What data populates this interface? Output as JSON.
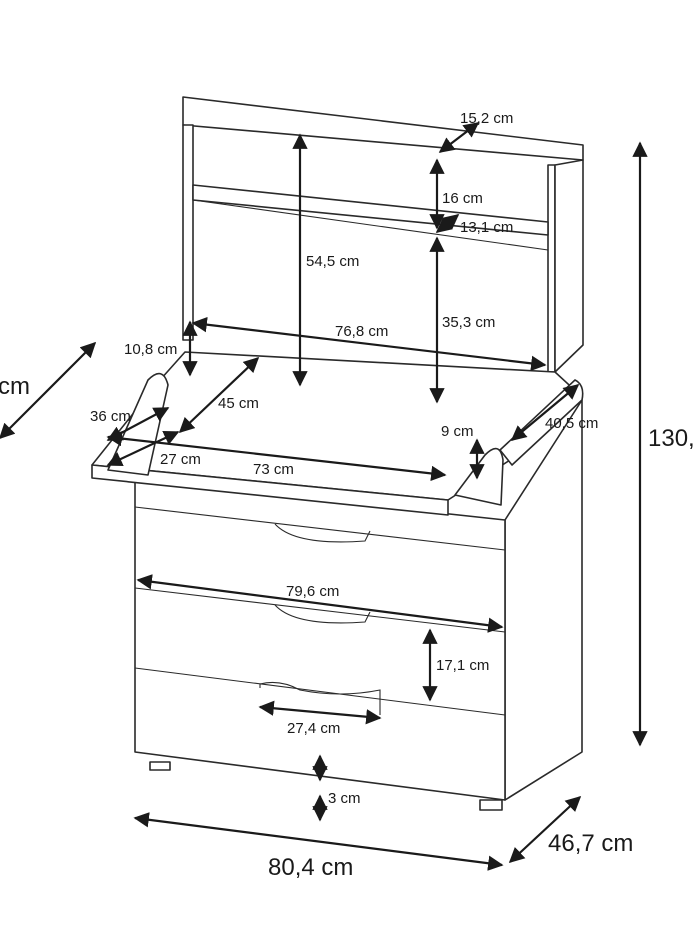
{
  "labels": {
    "hutch_depth": "15,2 cm",
    "hutch_upper": "16 cm",
    "shelf_depth": "13,1 cm",
    "hutch_inner_height": "54,5 cm",
    "hutch_lower": "35,3 cm",
    "inner_width": "76,8 cm",
    "rail_height": "10,8 cm",
    "tray_inner_depth": "45 cm",
    "tray_side_depth": "36 cm",
    "tray_front_depth": "27 cm",
    "tray_width": "73 cm",
    "side_rail_height": "9 cm",
    "side_rail_depth": "40,5 cm",
    "drawer_width": "79,6 cm",
    "drawer_height": "17,1 cm",
    "handle_width": "27,4 cm",
    "foot_height": "3 cm",
    "total_width": "80,4 cm",
    "total_depth": "46,7 cm",
    "total_height": "130,",
    "left_cut": "cm"
  }
}
